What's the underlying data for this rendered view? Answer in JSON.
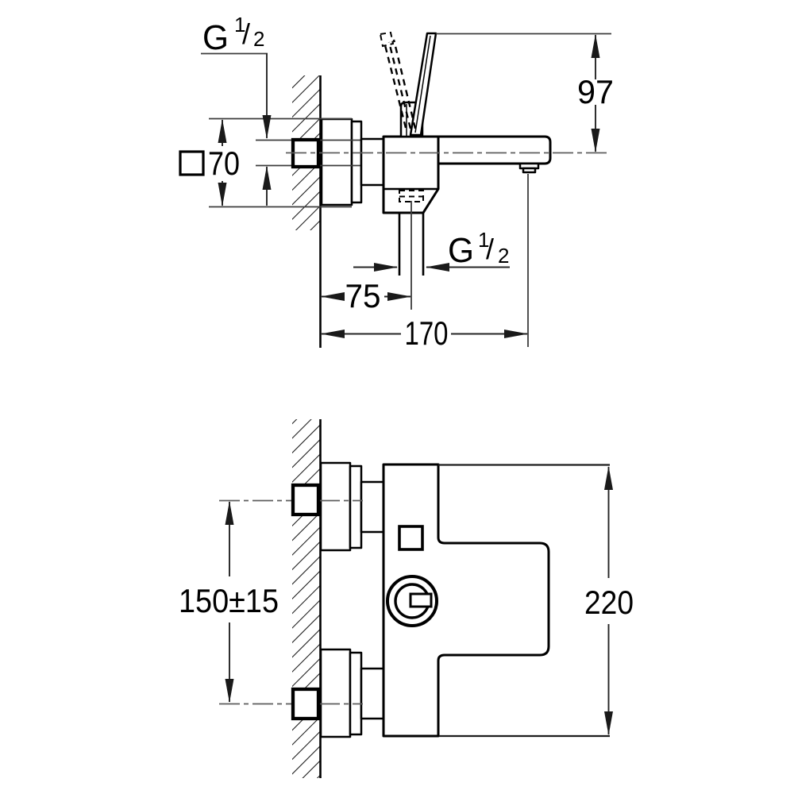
{
  "page": {
    "background": "#ffffff"
  },
  "drawing": {
    "kind": "technical-dimension-drawing",
    "colors": {
      "outline": "#000000",
      "dimension_lines": "#242424",
      "center_lines": "#5d5d5d",
      "background": "#ffffff"
    },
    "side_view": {
      "wall_thread_label": {
        "main": "G",
        "numerator": "1",
        "slash": "/",
        "denominator": "2"
      },
      "outlet_thread_label": {
        "main": "G",
        "numerator": "1",
        "slash": "/",
        "denominator": "2"
      },
      "dim_escutcheon_square": "70",
      "dim_spout_height": "97",
      "dim_outlet_offset": "75",
      "dim_spout_reach": "170"
    },
    "front_view": {
      "dim_connection_spacing": "150±15",
      "dim_overall_height": "220"
    }
  }
}
